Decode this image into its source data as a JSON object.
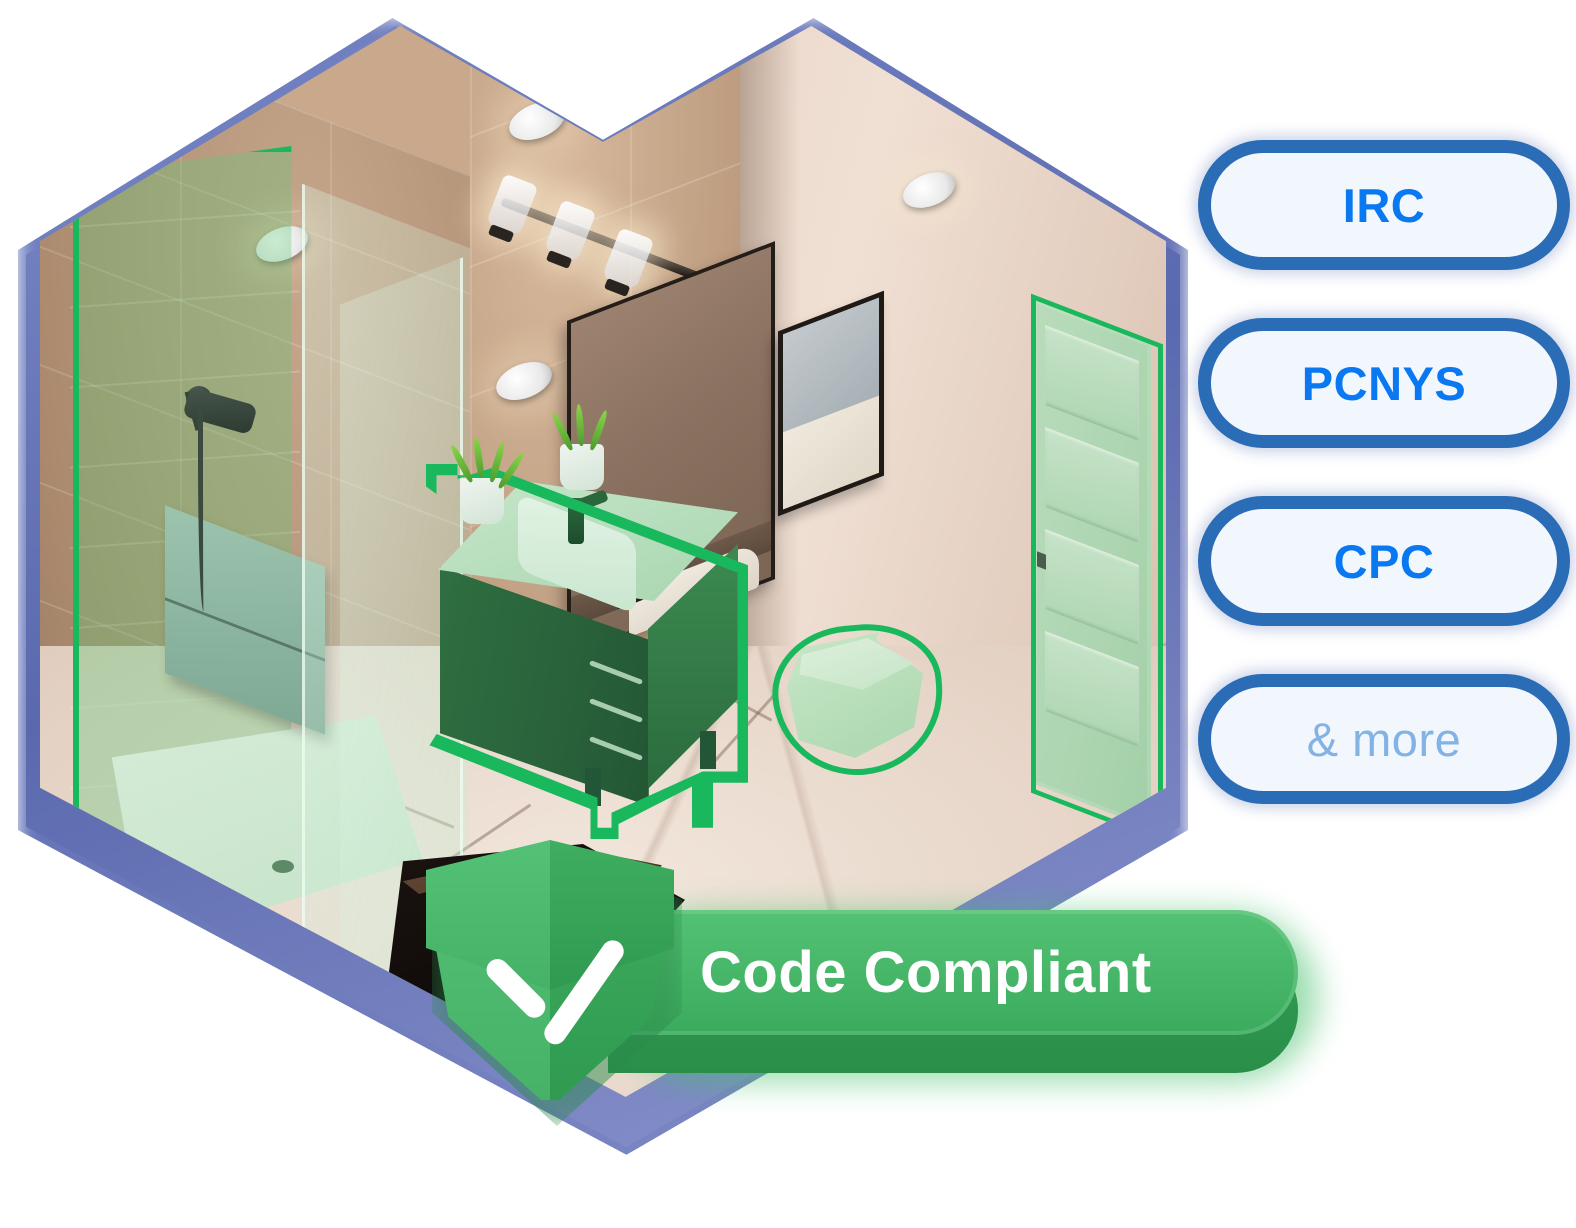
{
  "scene": {
    "title": "Code compliant bathroom 3D model",
    "room_type": "bathroom"
  },
  "code_pills": [
    {
      "id": "irc",
      "label": "IRC",
      "style": "primary"
    },
    {
      "id": "pcnys",
      "label": "PCNYS",
      "style": "primary"
    },
    {
      "id": "cpc",
      "label": "CPC",
      "style": "primary"
    },
    {
      "id": "more",
      "label": "& more",
      "style": "muted"
    }
  ],
  "badge": {
    "label": "Code Compliant",
    "icon": "shield-check-icon"
  },
  "highlighted_fixtures": [
    {
      "id": "shower",
      "name": "shower-enclosure"
    },
    {
      "id": "vanity",
      "name": "vanity-sink"
    },
    {
      "id": "toilet",
      "name": "wall-hung-toilet"
    },
    {
      "id": "door",
      "name": "entry-door"
    }
  ],
  "colors": {
    "pill_border": "#2a6cb5",
    "pill_fill": "#f2f7fd",
    "pill_text": "#0a78f0",
    "pill_text_muted": "#83b2e4",
    "highlight_green": "#19b85c",
    "badge_green": "#3aab5d",
    "badge_text": "#ffffff",
    "room_glow_blue": "#5c6cb4",
    "wall_warm": "#bb9a7d",
    "wall_light": "#e9d6c8",
    "floor": "#e4d2c4",
    "vanity_dark_green": "#28603a"
  }
}
